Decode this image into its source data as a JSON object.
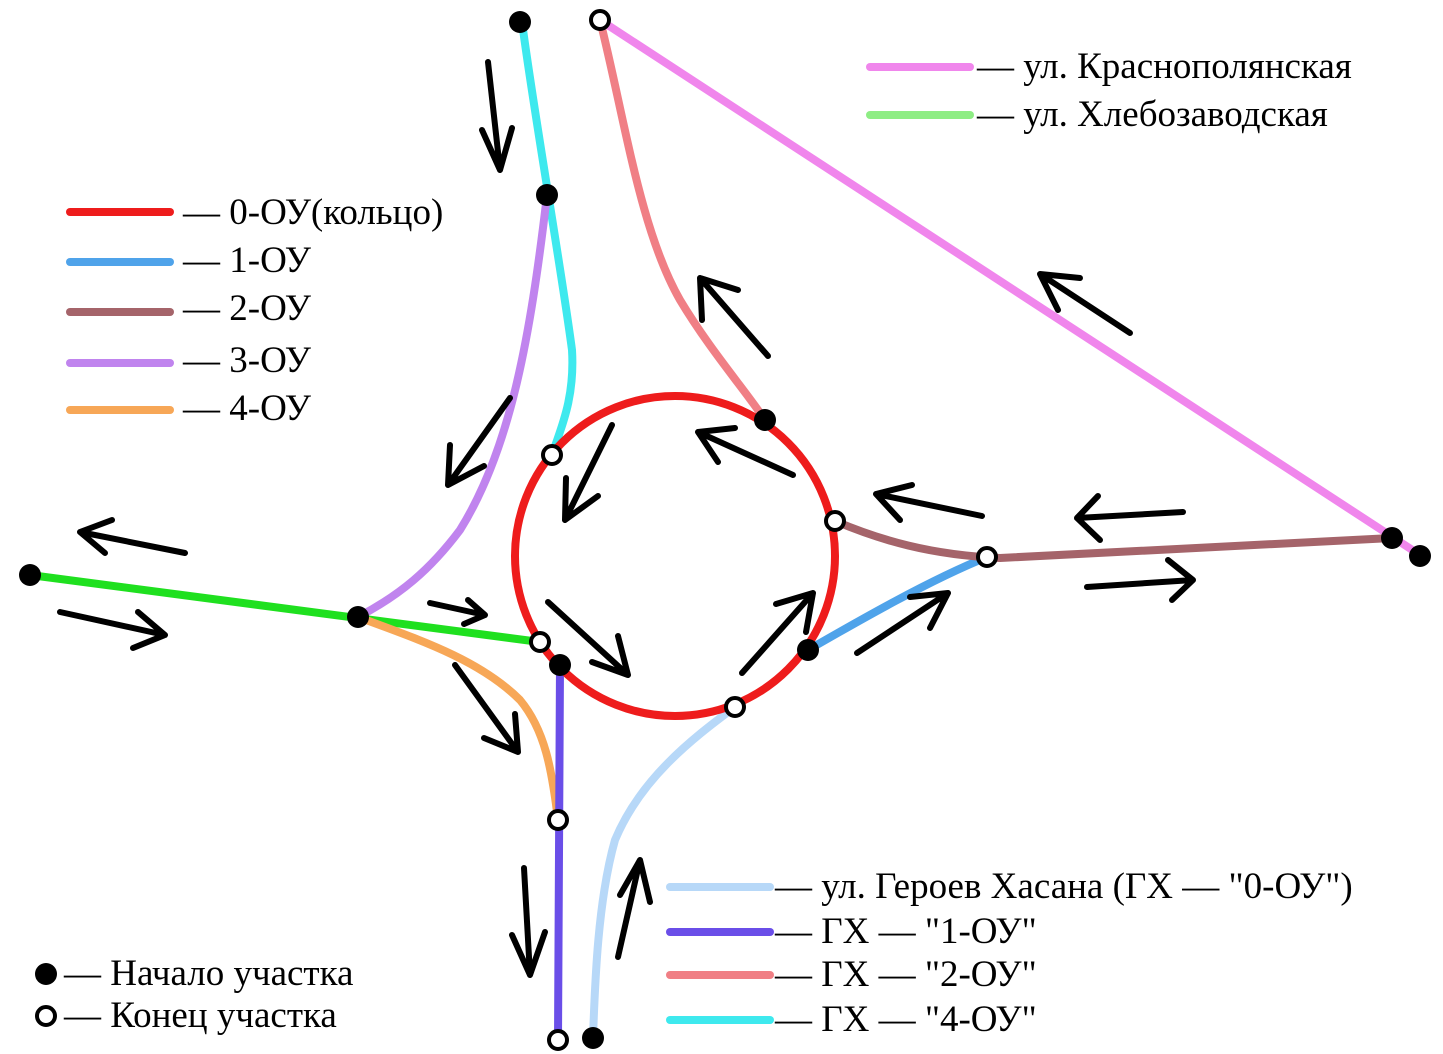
{
  "colors": {
    "ring": "#ee1c1c",
    "ou1": "#4fa3ea",
    "ou2": "#a5646a",
    "ou3": "#c084ee",
    "ou4": "#f7a757",
    "krasnopolyanskaya": "#f086ec",
    "khlebozavodskaya": "#1fe01f",
    "gh0": "#b7d8f8",
    "gh1": "#6a4ee8",
    "gh2": "#f07f85",
    "gh4": "#3ee9ee"
  },
  "legend_ou": [
    {
      "label": "— 0-ОУ(кольцо)",
      "color_key": "ring"
    },
    {
      "label": "— 1-ОУ",
      "color_key": "ou1"
    },
    {
      "label": "— 2-ОУ",
      "color_key": "ou2"
    },
    {
      "label": "— 3-ОУ",
      "color_key": "ou3"
    },
    {
      "label": "— 4-ОУ",
      "color_key": "ou4"
    }
  ],
  "legend_streets": [
    {
      "label": "— ул. Краснополянская",
      "color_key": "krasnopolyanskaya"
    },
    {
      "label": "— ул. Хлебозаводская",
      "color_key": "khlebozavodskaya"
    }
  ],
  "legend_gh": [
    {
      "label": "— ул. Героев Хасана (ГХ — \"0-ОУ\")",
      "color_key": "gh0"
    },
    {
      "label": "— ГХ — \"1-ОУ\"",
      "color_key": "gh1"
    },
    {
      "label": "— ГХ — \"2-ОУ\"",
      "color_key": "gh2"
    },
    {
      "label": "— ГХ — \"4-ОУ\"",
      "color_key": "gh4"
    }
  ],
  "legend_nodes": {
    "start": "— Начало участка",
    "end": "— Конец участка"
  }
}
